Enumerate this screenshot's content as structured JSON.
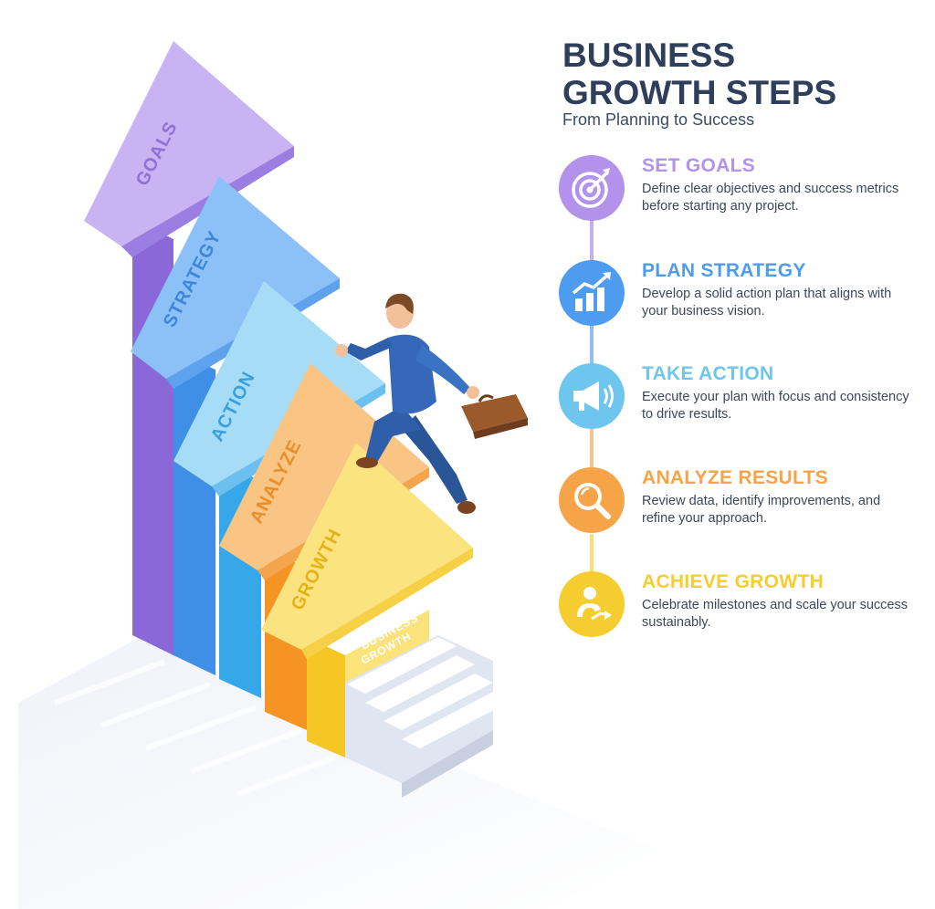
{
  "header": {
    "title_line1": "BUSINESS",
    "title_line2": "GROWTH STEPS",
    "subtitle": "From Planning to Success"
  },
  "arrows": [
    {
      "label": "GOALS",
      "color": "#a98ee6"
    },
    {
      "label": "STRATEGY",
      "color": "#6aa9f2"
    },
    {
      "label": "ACTION",
      "color": "#7ec8f2"
    },
    {
      "label": "ANALYZE",
      "color": "#f6ad57"
    },
    {
      "label": "GROWTH",
      "color": "#f8d94c"
    }
  ],
  "sign": {
    "line1": "BUSINESS",
    "line2": "GROWTH"
  },
  "steps": [
    {
      "title": "SET GOALS",
      "description": "Define clear objectives and success metrics before starting any project.",
      "color": "#b292ea",
      "icon": "target-icon"
    },
    {
      "title": "PLAN STRATEGY",
      "description": "Develop a solid action plan that aligns with your business vision.",
      "color": "#4d9cf0",
      "icon": "growth-chart-icon"
    },
    {
      "title": "TAKE ACTION",
      "description": "Execute your plan with focus and consistency to drive results.",
      "color": "#6ec6ef",
      "icon": "megaphone-icon"
    },
    {
      "title": "ANALYZE RESULTS",
      "description": "Review data, identify improvements, and refine your approach.",
      "color": "#f7a448",
      "icon": "magnifier-icon"
    },
    {
      "title": "ACHIEVE GROWTH",
      "description": "Celebrate milestones and scale your success sustainably.",
      "color": "#f6cd2f",
      "icon": "person-growth-icon"
    }
  ]
}
